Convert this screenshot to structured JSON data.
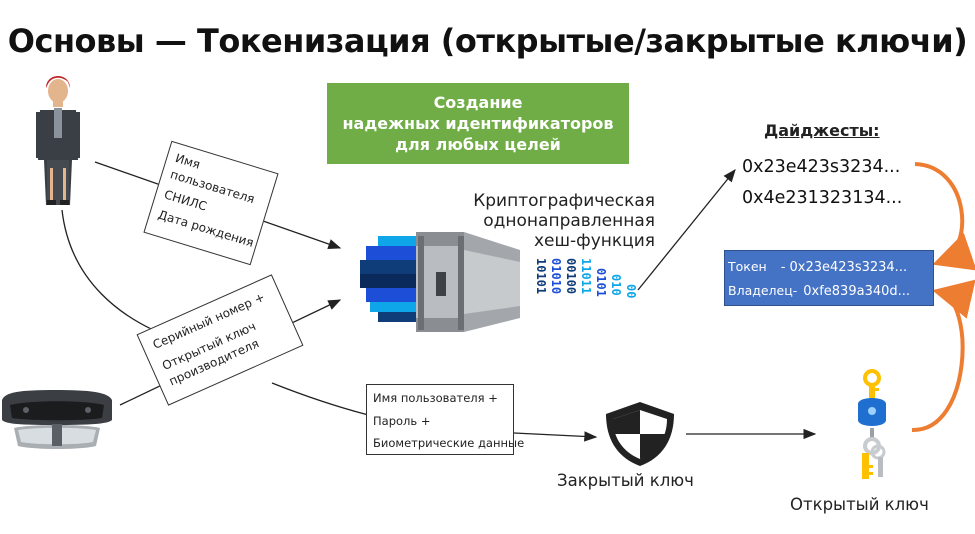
{
  "title": "Основы — Токенизация (открытые/закрытые ключи)",
  "green_box": {
    "lines": [
      "Создание",
      "надежных идентификаторов",
      "для любых целей"
    ],
    "color": "#70ad47"
  },
  "personal_note": {
    "lines": [
      "Имя",
      "пользователя",
      "СНИЛС",
      "Дата рождения"
    ]
  },
  "device_note": {
    "lines": [
      "Серийный номер +",
      "",
      "Открытый ключ",
      "производителя"
    ]
  },
  "secret_note": {
    "lines": [
      "Имя пользователя +",
      "Пароль +",
      "Биометрические данные"
    ]
  },
  "hash_function": {
    "label_lines": [
      "Криптографическая",
      "однонаправленная",
      "хеш-функция"
    ],
    "binary_columns": [
      "10101",
      "01010",
      "00100",
      "11011",
      "0101",
      "010",
      "00"
    ]
  },
  "digests": {
    "heading": "Дайджесты:",
    "values": [
      "0x23e423s3234...",
      "0x4e231323134..."
    ]
  },
  "token_panel": {
    "token_label": "Токен",
    "token_value": "- 0x23e423s3234...",
    "owner_label": "Владелец-",
    "owner_value": "0xfe839a340d...",
    "color": "#4472c4"
  },
  "captions": {
    "private_key": "Закрытый ключ",
    "public_key": "Открытый ключ"
  },
  "icons": {
    "user": "person-icon",
    "headset": "mixed-reality-headset-icon",
    "hash": "hash-function-icon",
    "shield": "shield-icon",
    "keys": "keys-icon"
  },
  "colors": {
    "accent_orange": "#ed7d31",
    "blue_dark": "#0f3d7a",
    "blue_light": "#0ea5e9"
  }
}
